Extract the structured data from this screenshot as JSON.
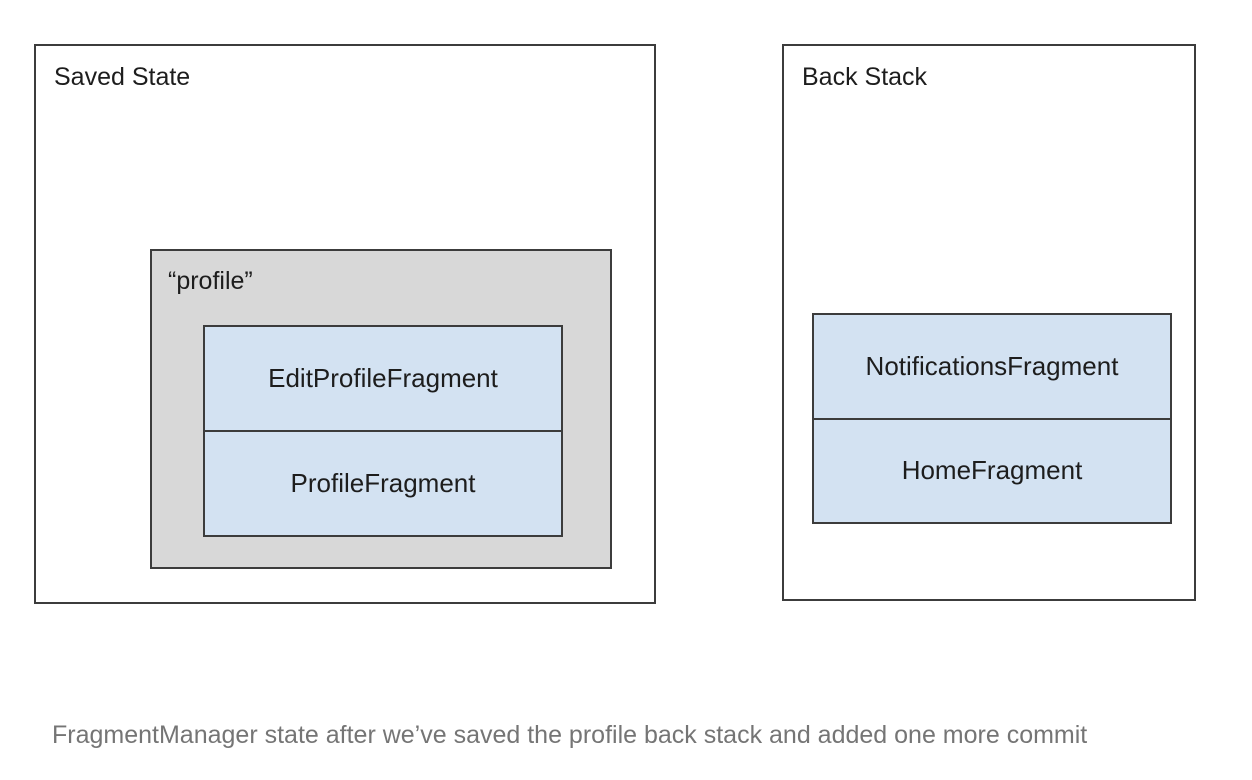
{
  "diagram": {
    "type": "fragment-manager-state",
    "caption": "FragmentManager state after we’ve saved the profile back stack and added one more commit",
    "colors": {
      "fragment_fill": "#d3e2f2",
      "group_fill": "#d8d8d8",
      "border": "#3c3c3c",
      "caption_text": "#757575",
      "title_text": "#1d1d1d",
      "background": "#ffffff"
    },
    "panels": [
      {
        "id": "saved-state",
        "title": "Saved State",
        "group": {
          "id": "profile-group",
          "label": "“profile”",
          "fragments": [
            {
              "label": "EditProfileFragment"
            },
            {
              "label": "ProfileFragment"
            }
          ]
        }
      },
      {
        "id": "back-stack",
        "title": "Back Stack",
        "fragments": [
          {
            "label": "NotificationsFragment"
          },
          {
            "label": "HomeFragment"
          }
        ]
      }
    ]
  }
}
